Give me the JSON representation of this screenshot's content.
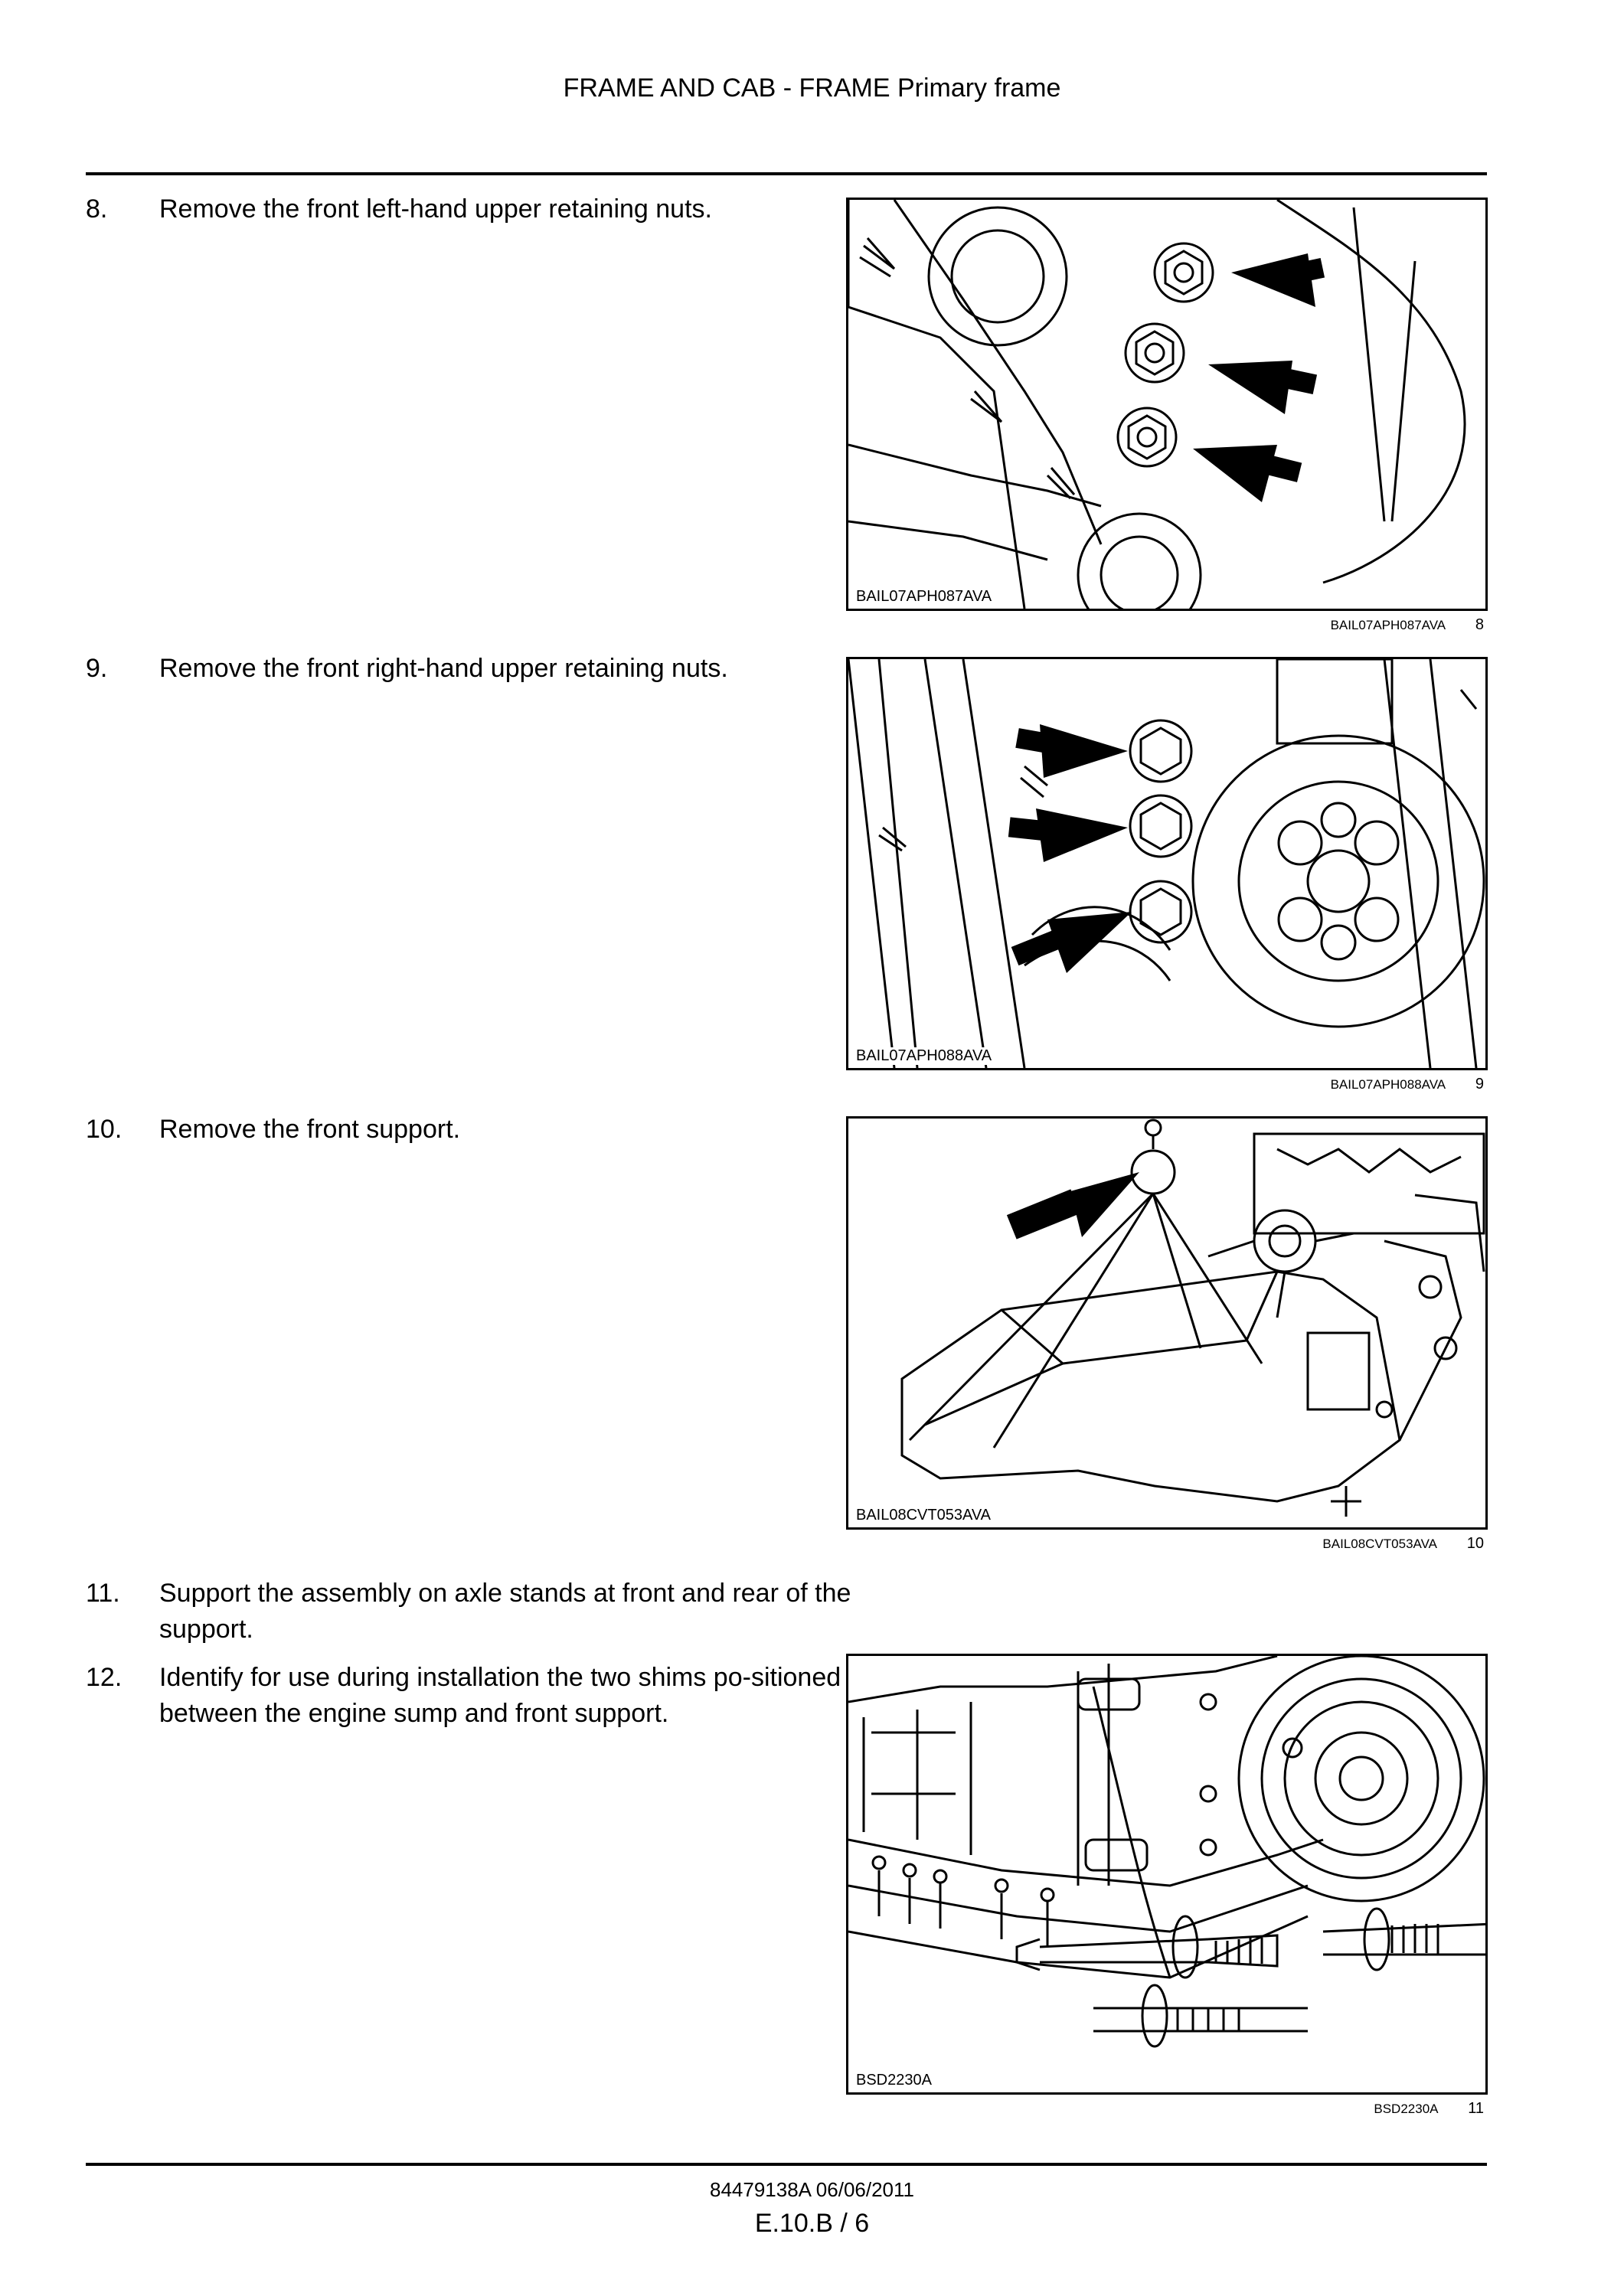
{
  "header": {
    "title": "FRAME AND CAB - FRAME Primary frame"
  },
  "steps": [
    {
      "number": "8.",
      "text": "Remove the front left-hand upper retaining nuts."
    },
    {
      "number": "9.",
      "text": "Remove the front right-hand upper retaining nuts."
    },
    {
      "number": "10.",
      "text": "Remove the front support."
    },
    {
      "number": "11.",
      "text": "Support the assembly on axle stands at front and rear of the support."
    },
    {
      "number": "12.",
      "text": "Identify for use during installation the two shims po-sitioned between the engine sump and front support."
    }
  ],
  "figures": [
    {
      "inner_label": "BAIL07APH087AVA",
      "caption_code": "BAIL07APH087AVA",
      "caption_number": "8",
      "icon": "engine-nuts-left-illustration"
    },
    {
      "inner_label": "BAIL07APH088AVA",
      "caption_code": "BAIL07APH088AVA",
      "caption_number": "9",
      "icon": "engine-nuts-right-illustration"
    },
    {
      "inner_label": "BAIL08CVT053AVA",
      "caption_code": "BAIL08CVT053AVA",
      "caption_number": "10",
      "icon": "front-support-lifting-illustration"
    },
    {
      "inner_label": "BSD2230A",
      "caption_code": "BSD2230A",
      "caption_number": "11",
      "icon": "engine-sump-shims-illustration"
    }
  ],
  "footer": {
    "doc_code": "84479138A 06/06/2011",
    "page": "E.10.B / 6"
  }
}
